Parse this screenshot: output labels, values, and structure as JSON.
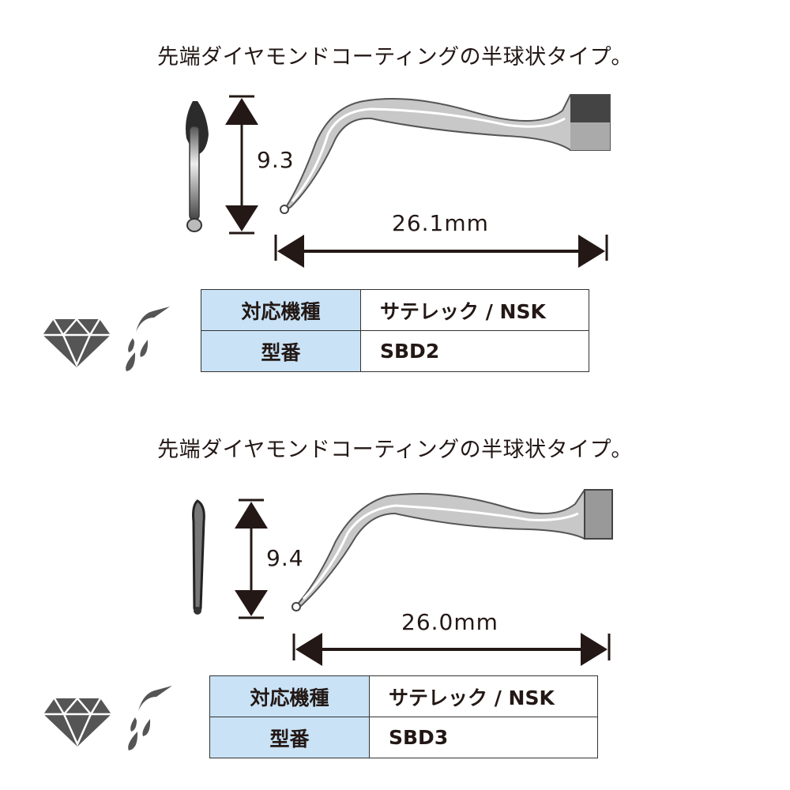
{
  "products": [
    {
      "title": "先端ダイヤモンドコーティングの半球状タイプ。",
      "height_label": "9.3",
      "length_label": "26.1mm",
      "specs": [
        {
          "key": "対応機種",
          "value": "サテレック / NSK"
        },
        {
          "key": "型番",
          "value": "SBD2"
        }
      ],
      "icons": [
        "diamond-icon",
        "water-drop-icon"
      ]
    },
    {
      "title": "先端ダイヤモンドコーティングの半球状タイプ。",
      "height_label": "9.4",
      "length_label": "26.0mm",
      "specs": [
        {
          "key": "対応機種",
          "value": "サテレック / NSK"
        },
        {
          "key": "型番",
          "value": "SBD3"
        }
      ],
      "icons": [
        "diamond-icon",
        "water-drop-icon"
      ]
    }
  ]
}
